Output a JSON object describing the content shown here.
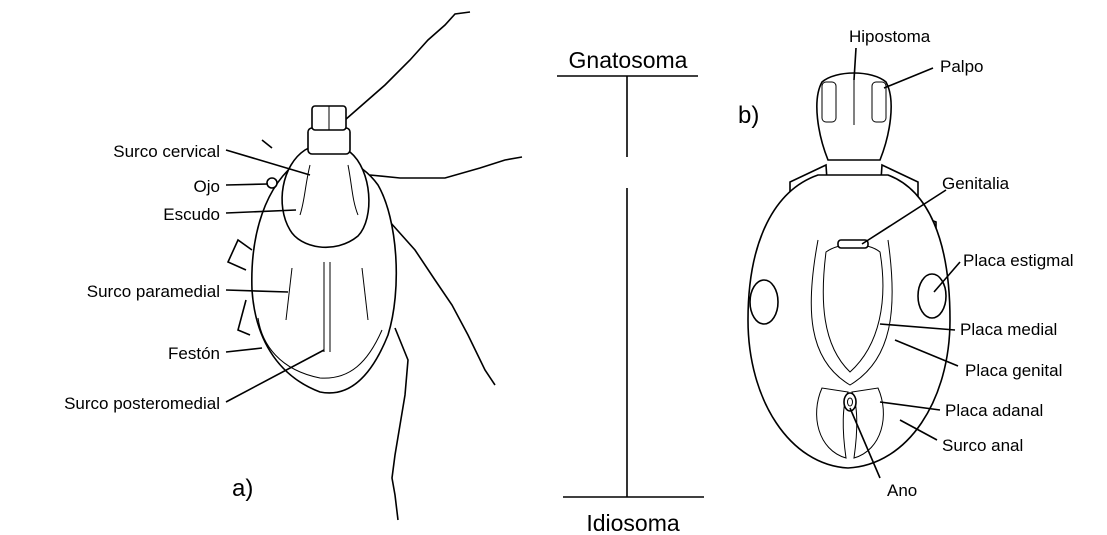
{
  "figure": {
    "panel_a": {
      "tag": "a)",
      "labels": {
        "surco_cervical": "Surco cervical",
        "ojo": "Ojo",
        "escudo": "Escudo",
        "surco_paramedial": "Surco paramedial",
        "feston": "Festón",
        "surco_posteromedial": "Surco posteromedial"
      }
    },
    "scale": {
      "top": "Gnatosoma",
      "bottom": "Idiosoma"
    },
    "panel_b": {
      "tag": "b)",
      "labels": {
        "hipostoma": "Hipostoma",
        "palpo": "Palpo",
        "genitalia": "Genitalia",
        "placa_estigmal": "Placa estigmal",
        "placa_medial": "Placa medial",
        "placa_genital": "Placa genital",
        "placa_adanal": "Placa adanal",
        "surco_anal": "Surco anal",
        "ano": "Ano"
      }
    }
  }
}
